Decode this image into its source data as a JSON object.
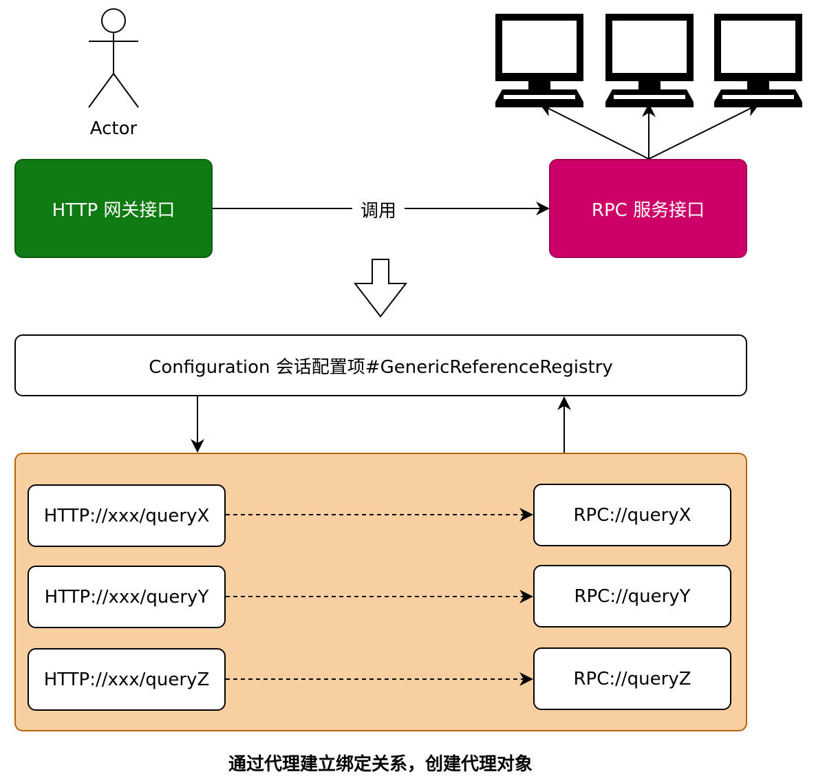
{
  "actor": {
    "label": "Actor"
  },
  "http_gateway": {
    "label": "HTTP 网关接口"
  },
  "rpc_service": {
    "label": "RPC 服务接口"
  },
  "call_edge": {
    "label": "调用"
  },
  "configuration": {
    "label": "Configuration 会话配置项#GenericReferenceRegistry"
  },
  "mappings": [
    {
      "http": "HTTP://xxx/queryX",
      "rpc": "RPC://queryX"
    },
    {
      "http": "HTTP://xxx/queryY",
      "rpc": "RPC://queryY"
    },
    {
      "http": "HTTP://xxx/queryZ",
      "rpc": "RPC://queryZ"
    }
  ],
  "caption": "通过代理建立绑定关系，创建代理对象",
  "colors": {
    "http_fill": "#0f7a11",
    "rpc_fill": "#cc0066",
    "container_fill": "#f8cfa0",
    "container_stroke": "#b46504"
  },
  "icons": [
    "actor-icon",
    "monitor-icon",
    "down-arrow-icon"
  ]
}
